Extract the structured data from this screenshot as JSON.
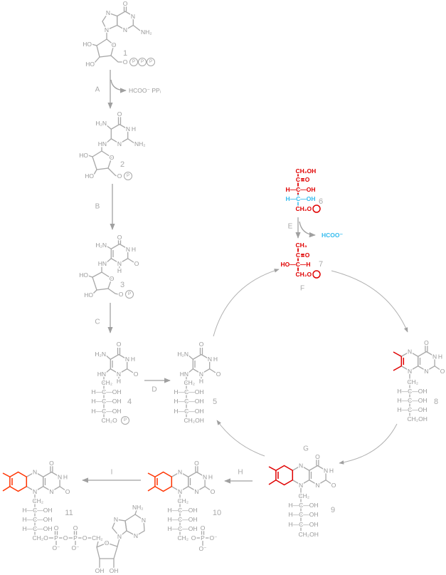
{
  "colors": {
    "structure": "#a8a8a8",
    "highlight": "#e00000",
    "formate": "#33bbee",
    "methyl": "#ff3300"
  },
  "steps": {
    "A": "A",
    "B": "B",
    "C": "C",
    "D": "D",
    "E": "E",
    "F": "F",
    "G": "G",
    "H": "H",
    "I": "I"
  },
  "byproducts": {
    "step_a": "HCOO⁻  PPᵢ",
    "step_e": "HCOO⁻"
  },
  "atoms": {
    "O": "O",
    "N": "N",
    "H": "H",
    "NH2": "NH₂",
    "H2N": "H₂N",
    "HN": "HN",
    "HO": "HO",
    "OH": "OH",
    "P": "P",
    "O_minus": "O⁻",
    "C": "C",
    "CH2": "CH₂",
    "CH3": "CH₃",
    "CH2OH": "CH₂OH",
    "CH2O": "CH₂O",
    "HCOH": "H—C—OH",
    "HOCH": "HO—C—H"
  },
  "compounds": [
    {
      "number": "1"
    },
    {
      "number": "2"
    },
    {
      "number": "3"
    },
    {
      "number": "4"
    },
    {
      "number": "5"
    },
    {
      "number": "6"
    },
    {
      "number": "7"
    },
    {
      "number": "8"
    },
    {
      "number": "9"
    },
    {
      "number": "10"
    },
    {
      "number": "11"
    }
  ]
}
